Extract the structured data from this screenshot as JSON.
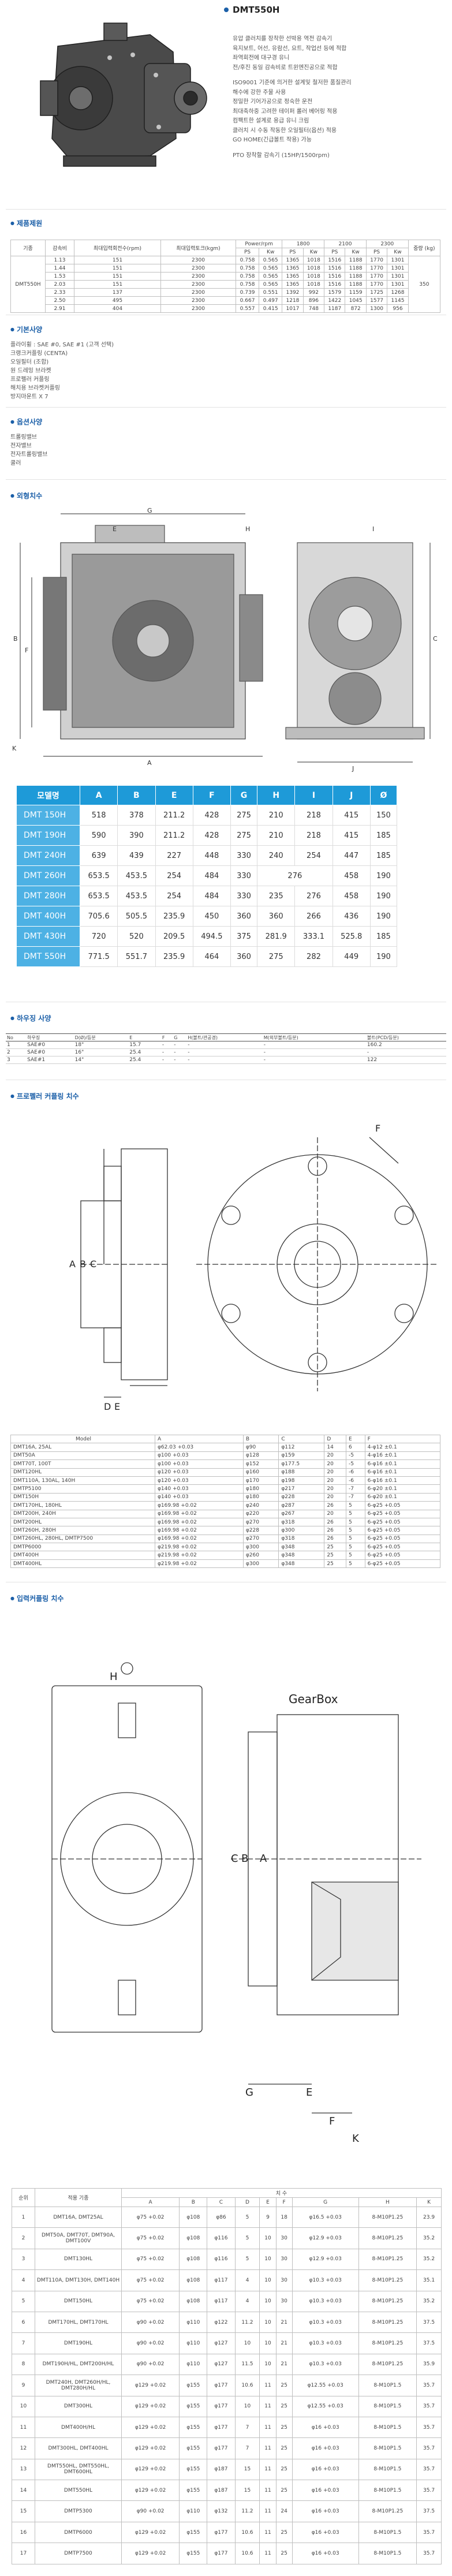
{
  "product": {
    "title": "DMT550H"
  },
  "features": [
    "유압 클러치를 장착한 선박용 역전 감속기",
    "육지보트, 어선, 유람선, 요트, 작업선 등에 적합",
    "좌역회전에 대구경 유니",
    "전/후진 동일 감속비로 트윈엔진공으로 적합",
    "ISO9001 기준에 의거한 설계및 철저한 품질관리",
    "해수에 강한 주물 사용",
    "정밀한 기어가공으로 정숙한 운전",
    "최대축하중 고려한 테이퍼 롤러 베어링 적용",
    "컴팩트한 설계로 용급 유니 크림",
    "클러치 시 수동 작동한 오일필터(옵션) 적용",
    "GO HOME(긴급볼트 작용) 가능",
    "PTO 장착할 감속기 (15HP/1500rpm)"
  ],
  "sections": {
    "spec": "제품제원",
    "basic": "기본사양",
    "option": "옵션사양",
    "outline": "외형치수",
    "housing": "하우징 사양",
    "propeller": "프로펠러 커플링 치수",
    "input": "입력커플링 치수"
  },
  "basic_items": [
    "플라이휠 : SAE #0, SAE #1 (고객 선택)",
    "크랭크커플링 (CENTA)",
    "오일필터 (조합)",
    "원 드레밍 브라켓",
    "프로펠러 커플링",
    "해치용 브라켓커플링",
    "방지마운트 X 7"
  ],
  "option_items": [
    "트롤링밸브",
    "전자밸브",
    "전자트롤링밸브",
    "쿨러"
  ],
  "spec_table": {
    "header1": [
      "기종",
      "감속비",
      "최대입력회전수(rpm)",
      "최대입력토크(kgm)",
      "Power/rpm",
      "1800",
      "2100",
      "2300",
      "중량 (kg)"
    ],
    "header2": [
      "PS",
      "Kw",
      "PS",
      "Kw",
      "PS",
      "Kw",
      "PS",
      "Kw"
    ],
    "model": "DMT550H",
    "rows": [
      [
        "1.13",
        "151",
        "2300",
        "0.758",
        "0.565",
        "1365",
        "1018",
        "1516",
        "1188",
        "1770",
        "1301"
      ],
      [
        "1.44",
        "151",
        "2300",
        "0.758",
        "0.565",
        "1365",
        "1018",
        "1516",
        "1188",
        "1770",
        "1301"
      ],
      [
        "1.53",
        "151",
        "2300",
        "0.758",
        "0.565",
        "1365",
        "1018",
        "1516",
        "1188",
        "1770",
        "1301"
      ],
      [
        "2.03",
        "151",
        "2300",
        "0.758",
        "0.565",
        "1365",
        "1018",
        "1516",
        "1188",
        "1770",
        "1301"
      ],
      [
        "2.33",
        "137",
        "2300",
        "0.739",
        "0.551",
        "1392",
        "992",
        "1579",
        "1159",
        "1725",
        "1268"
      ],
      [
        "2.50",
        "495",
        "2300",
        "0.667",
        "0.497",
        "1218",
        "896",
        "1422",
        "1045",
        "1577",
        "1145"
      ],
      [
        "2.91",
        "404",
        "2300",
        "0.557",
        "0.415",
        "1017",
        "748",
        "1187",
        "872",
        "1300",
        "956"
      ]
    ],
    "weight": "350"
  },
  "dim_table": {
    "headers": [
      "모델명",
      "A",
      "B",
      "E",
      "F",
      "G",
      "H",
      "I",
      "J",
      "Ø"
    ],
    "rows": [
      [
        "DMT 150H",
        "518",
        "378",
        "211.2",
        "428",
        "275",
        "210",
        "218",
        "415",
        "150"
      ],
      [
        "DMT 190H",
        "590",
        "390",
        "211.2",
        "428",
        "275",
        "210",
        "218",
        "415",
        "185"
      ],
      [
        "DMT 240H",
        "639",
        "439",
        "227",
        "448",
        "330",
        "240",
        "254",
        "447",
        "185"
      ],
      [
        "DMT 260H",
        "653.5",
        "453.5",
        "254",
        "484",
        "330",
        "276",
        "458",
        "190"
      ],
      [
        "DMT 280H",
        "653.5",
        "453.5",
        "254",
        "484",
        "330",
        "235",
        "276",
        "458",
        "190"
      ],
      [
        "DMT 400H",
        "705.6",
        "505.5",
        "235.9",
        "450",
        "360",
        "360",
        "266",
        "436",
        "190"
      ],
      [
        "DMT 430H",
        "720",
        "520",
        "209.5",
        "494.5",
        "375",
        "281.9",
        "333.1",
        "525.8",
        "185"
      ],
      [
        "DMT 550H",
        "771.5",
        "551.7",
        "235.9",
        "464",
        "360",
        "275",
        "282",
        "449",
        "190"
      ]
    ]
  },
  "sae_table": {
    "headers": [
      "No",
      "하우징",
      "D(Ø)/등분",
      "E",
      "F",
      "G",
      "H(볼트/관공경)",
      "M(외부볼트/등분)",
      "",
      "",
      "",
      "볼트(PCD/등분)"
    ],
    "rows": [
      [
        "1",
        "SAE#0",
        "18\"",
        "15.7",
        "-",
        "-",
        "-",
        "-",
        "",
        "",
        "",
        "160.2"
      ],
      [
        "2",
        "SAE#0",
        "16\"",
        "25.4",
        "-",
        "-",
        "-",
        "-",
        "",
        "",
        "",
        "-"
      ],
      [
        "3",
        "SAE#1",
        "14\"",
        "25.4",
        "-",
        "-",
        "-",
        "-",
        "",
        "",
        "",
        "122"
      ]
    ]
  },
  "prop_table": {
    "headers": [
      "Model",
      "A",
      "B",
      "C",
      "D",
      "E",
      "F"
    ],
    "rows": [
      [
        "DMT16A, 25AL",
        "φ62.03 +0.03",
        "φ90",
        "φ112",
        "14",
        "6",
        "4-φ12 ±0.1"
      ],
      [
        "DMT50A",
        "φ100 +0.03",
        "φ128",
        "φ159",
        "20",
        "-5",
        "4-φ16 ±0.1"
      ],
      [
        "DMT70T, 100T",
        "φ100 +0.03",
        "φ152",
        "φ177.5",
        "20",
        "-5",
        "6-φ16 ±0.1"
      ],
      [
        "DMT120HL",
        "φ120 +0.03",
        "φ160",
        "φ188",
        "20",
        "-6",
        "6-φ16 ±0.1"
      ],
      [
        "DMT110A, 130AL, 140H",
        "φ120 +0.03",
        "φ170",
        "φ198",
        "20",
        "-6",
        "6-φ16 ±0.1"
      ],
      [
        "DMTP5100",
        "φ140 +0.03",
        "φ180",
        "φ217",
        "20",
        "-7",
        "6-φ20 ±0.1"
      ],
      [
        "DMT150H",
        "φ140 +0.03",
        "φ180",
        "φ228",
        "20",
        "-7",
        "6-φ20 ±0.1"
      ],
      [
        "DMT170HL, 180HL",
        "φ169.98 +0.02",
        "φ240",
        "φ287",
        "26",
        "5",
        "6-φ25 +0.05"
      ],
      [
        "DMT200H, 240H",
        "φ169.98 +0.02",
        "φ220",
        "φ267",
        "20",
        "5",
        "6-φ25 +0.05"
      ],
      [
        "DMT200HL",
        "φ169.98 +0.02",
        "φ270",
        "φ318",
        "26",
        "5",
        "6-φ25 +0.05"
      ],
      [
        "DMT260H, 280H",
        "φ169.98 +0.02",
        "φ228",
        "φ300",
        "26",
        "5",
        "6-φ25 +0.05"
      ],
      [
        "DMT260HL, 280HL, DMTP7500",
        "φ169.98 +0.02",
        "φ270",
        "φ318",
        "26",
        "5",
        "6-φ25 +0.05"
      ],
      [
        "DMTP6000",
        "φ219.98 +0.02",
        "φ300",
        "φ348",
        "25",
        "5",
        "6-φ25 +0.05"
      ],
      [
        "DMT400H",
        "φ219.98 +0.02",
        "φ260",
        "φ348",
        "25",
        "5",
        "6-φ25 +0.05"
      ],
      [
        "DMT400HL",
        "φ219.98 +0.02",
        "φ300",
        "φ348",
        "25",
        "5",
        "6-φ25 +0.05"
      ]
    ]
  },
  "input_table": {
    "h_no": "순위",
    "h_model": "적용 기종",
    "h_dims": "치 수",
    "sub": [
      "A",
      "B",
      "C",
      "D",
      "E",
      "F",
      "G",
      "H",
      "K"
    ],
    "rows": [
      [
        "1",
        "DMT16A, DMT25AL",
        "φ75 +0.02",
        "φ108",
        "φ86",
        "5",
        "9",
        "18",
        "φ16.5 +0.03",
        "8-M10P1.25",
        "23.9"
      ],
      [
        "2",
        "DMT50A, DMT70T, DMT90A, DMT100V",
        "φ75 +0.02",
        "φ108",
        "φ116",
        "5",
        "10",
        "30",
        "φ12.9 +0.03",
        "8-M10P1.25",
        "35.2"
      ],
      [
        "3",
        "DMT130HL",
        "φ75 +0.02",
        "φ108",
        "φ116",
        "5",
        "10",
        "30",
        "φ12.9 +0.03",
        "8-M10P1.25",
        "35.2"
      ],
      [
        "4",
        "DMT110A, DMT130H, DMT140H",
        "φ75 +0.02",
        "φ108",
        "φ117",
        "4",
        "10",
        "30",
        "φ10.3 +0.03",
        "8-M10P1.25",
        "35.1"
      ],
      [
        "5",
        "DMT150HL",
        "φ75 +0.02",
        "φ108",
        "φ117",
        "4",
        "10",
        "30",
        "φ10.3 +0.03",
        "8-M10P1.25",
        "35.2"
      ],
      [
        "6",
        "DMT170HL, DMT170HL",
        "φ90 +0.02",
        "φ110",
        "φ122",
        "11.2",
        "10",
        "21",
        "φ10.3 +0.03",
        "8-M10P1.25",
        "37.5"
      ],
      [
        "7",
        "DMT190HL",
        "φ90 +0.02",
        "φ110",
        "φ127",
        "10",
        "10",
        "21",
        "φ10.3 +0.03",
        "8-M10P1.25",
        "37.5"
      ],
      [
        "8",
        "DMT190H/HL, DMT200H/HL",
        "φ90 +0.02",
        "φ110",
        "φ127",
        "11.5",
        "10",
        "21",
        "φ10.3 +0.03",
        "8-M10P1.25",
        "35.9"
      ],
      [
        "9",
        "DMT240H, DMT260H/HL, DMT280H/HL",
        "φ129 +0.02",
        "φ155",
        "φ177",
        "10.6",
        "11",
        "25",
        "φ12.55 +0.03",
        "8-M10P1.5",
        "35.7"
      ],
      [
        "10",
        "DMT300HL",
        "φ129 +0.02",
        "φ155",
        "φ177",
        "10",
        "11",
        "25",
        "φ12.55 +0.03",
        "8-M10P1.5",
        "35.7"
      ],
      [
        "11",
        "DMT400H/HL",
        "φ129 +0.02",
        "φ155",
        "φ177",
        "7",
        "11",
        "25",
        "φ16 +0.03",
        "8-M10P1.5",
        "35.7"
      ],
      [
        "12",
        "DMT300HL, DMT400HL",
        "φ129 +0.02",
        "φ155",
        "φ177",
        "7",
        "11",
        "25",
        "φ16 +0.03",
        "8-M10P1.5",
        "35.7"
      ],
      [
        "13",
        "DMT550HL, DMT550HL, DMT600HL",
        "φ129 +0.02",
        "φ155",
        "φ187",
        "15",
        "11",
        "25",
        "φ16 +0.03",
        "8-M10P1.5",
        "35.7"
      ],
      [
        "14",
        "DMT550HL",
        "φ129 +0.02",
        "φ155",
        "φ187",
        "15",
        "11",
        "25",
        "φ16 +0.03",
        "8-M10P1.5",
        "35.7"
      ],
      [
        "15",
        "DMTP5300",
        "φ90 +0.02",
        "φ110",
        "φ132",
        "11.2",
        "11",
        "24",
        "φ16 +0.03",
        "8-M10P1.25",
        "37.5"
      ],
      [
        "16",
        "DMTP6000",
        "φ129 +0.02",
        "φ155",
        "φ177",
        "10.6",
        "11",
        "25",
        "φ16 +0.03",
        "8-M10P1.5",
        "35.7"
      ],
      [
        "17",
        "DMTP7500",
        "φ129 +0.02",
        "φ155",
        "φ177",
        "10.6",
        "11",
        "25",
        "φ16 +0.03",
        "8-M10P1.5",
        "35.7"
      ]
    ]
  },
  "drawing_labels": {
    "outline": [
      "G",
      "H",
      "E",
      "B",
      "F",
      "C",
      "J",
      "I",
      "A",
      "K"
    ],
    "prop": [
      "F",
      "A",
      "B",
      "C",
      "D",
      "E"
    ],
    "input": [
      "H",
      "GearBox",
      "C",
      "B",
      "A",
      "G",
      "E",
      "F",
      "K"
    ]
  }
}
